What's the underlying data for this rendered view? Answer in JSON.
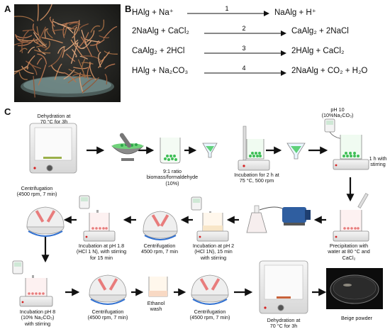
{
  "panels": {
    "a": "A",
    "b": "B",
    "c": "C"
  },
  "equations": [
    {
      "lhs": "HAlg + Na⁺",
      "step": "1",
      "rhs": "NaAlg + H⁺"
    },
    {
      "lhs": "2NaAlg + CaCl₂",
      "step": "2",
      "rhs": "CaAlg₂ + 2NaCl"
    },
    {
      "lhs": "CaAlg₂ + 2HCl",
      "step": "3",
      "rhs": "2HAlg + CaCl₂"
    },
    {
      "lhs": "HAlg + Na₂CO₃",
      "step": "4",
      "rhs": "2NaAlg + CO₂ + H₂O"
    }
  ],
  "steps": {
    "dehydration1": "Dehydration at\n70 °C for 3h",
    "ratio": "9:1 ratio\nbiomass/formaldehyde\n(10%)",
    "incubation_2h": "Incubation for 2 h at\n75 °C, 500 rpm",
    "ph10": "pH 10\n(10%Na₂CO₃)",
    "stirring_1h": "1 h with\nstirring",
    "centrifugation1": "Centrifugation\n(4500 rpm, 7 min)",
    "incubation_ph18": "Incubation at pH 1.8\n(HCl 1 N), with stirring\nfor 15 min",
    "centrifugation2": "Centrifugation\n4500 rpm, 7 min",
    "incubation_ph2": "Incubation at pH 2\n(HCl 1N), 15 min\nwith stirring",
    "precipitation": "Precipitation with\nwater at 80 °C and\nCaCl₂",
    "incubation_ph8": "Incubation pH 8\n(10% Na₂CO₃)\nwith stirring",
    "centrifugation3": "Centrifugation\n(4500 rpm, 7 min)",
    "ethanol": "Ethanol\nwash",
    "centrifugation4": "Centrifugation\n(4500 rpm, 7 min)",
    "dehydration2": "Dehydration at\n70 °C for 3h",
    "beige": "Beige powder"
  },
  "colors": {
    "seaweed": "#b5734f",
    "beads": "#3fbf57",
    "pink": "#e87c7c",
    "device": "#ededed",
    "arrow": "#111111",
    "blue_ring": "#2f6fd0",
    "heater_dot": "#d62020"
  }
}
